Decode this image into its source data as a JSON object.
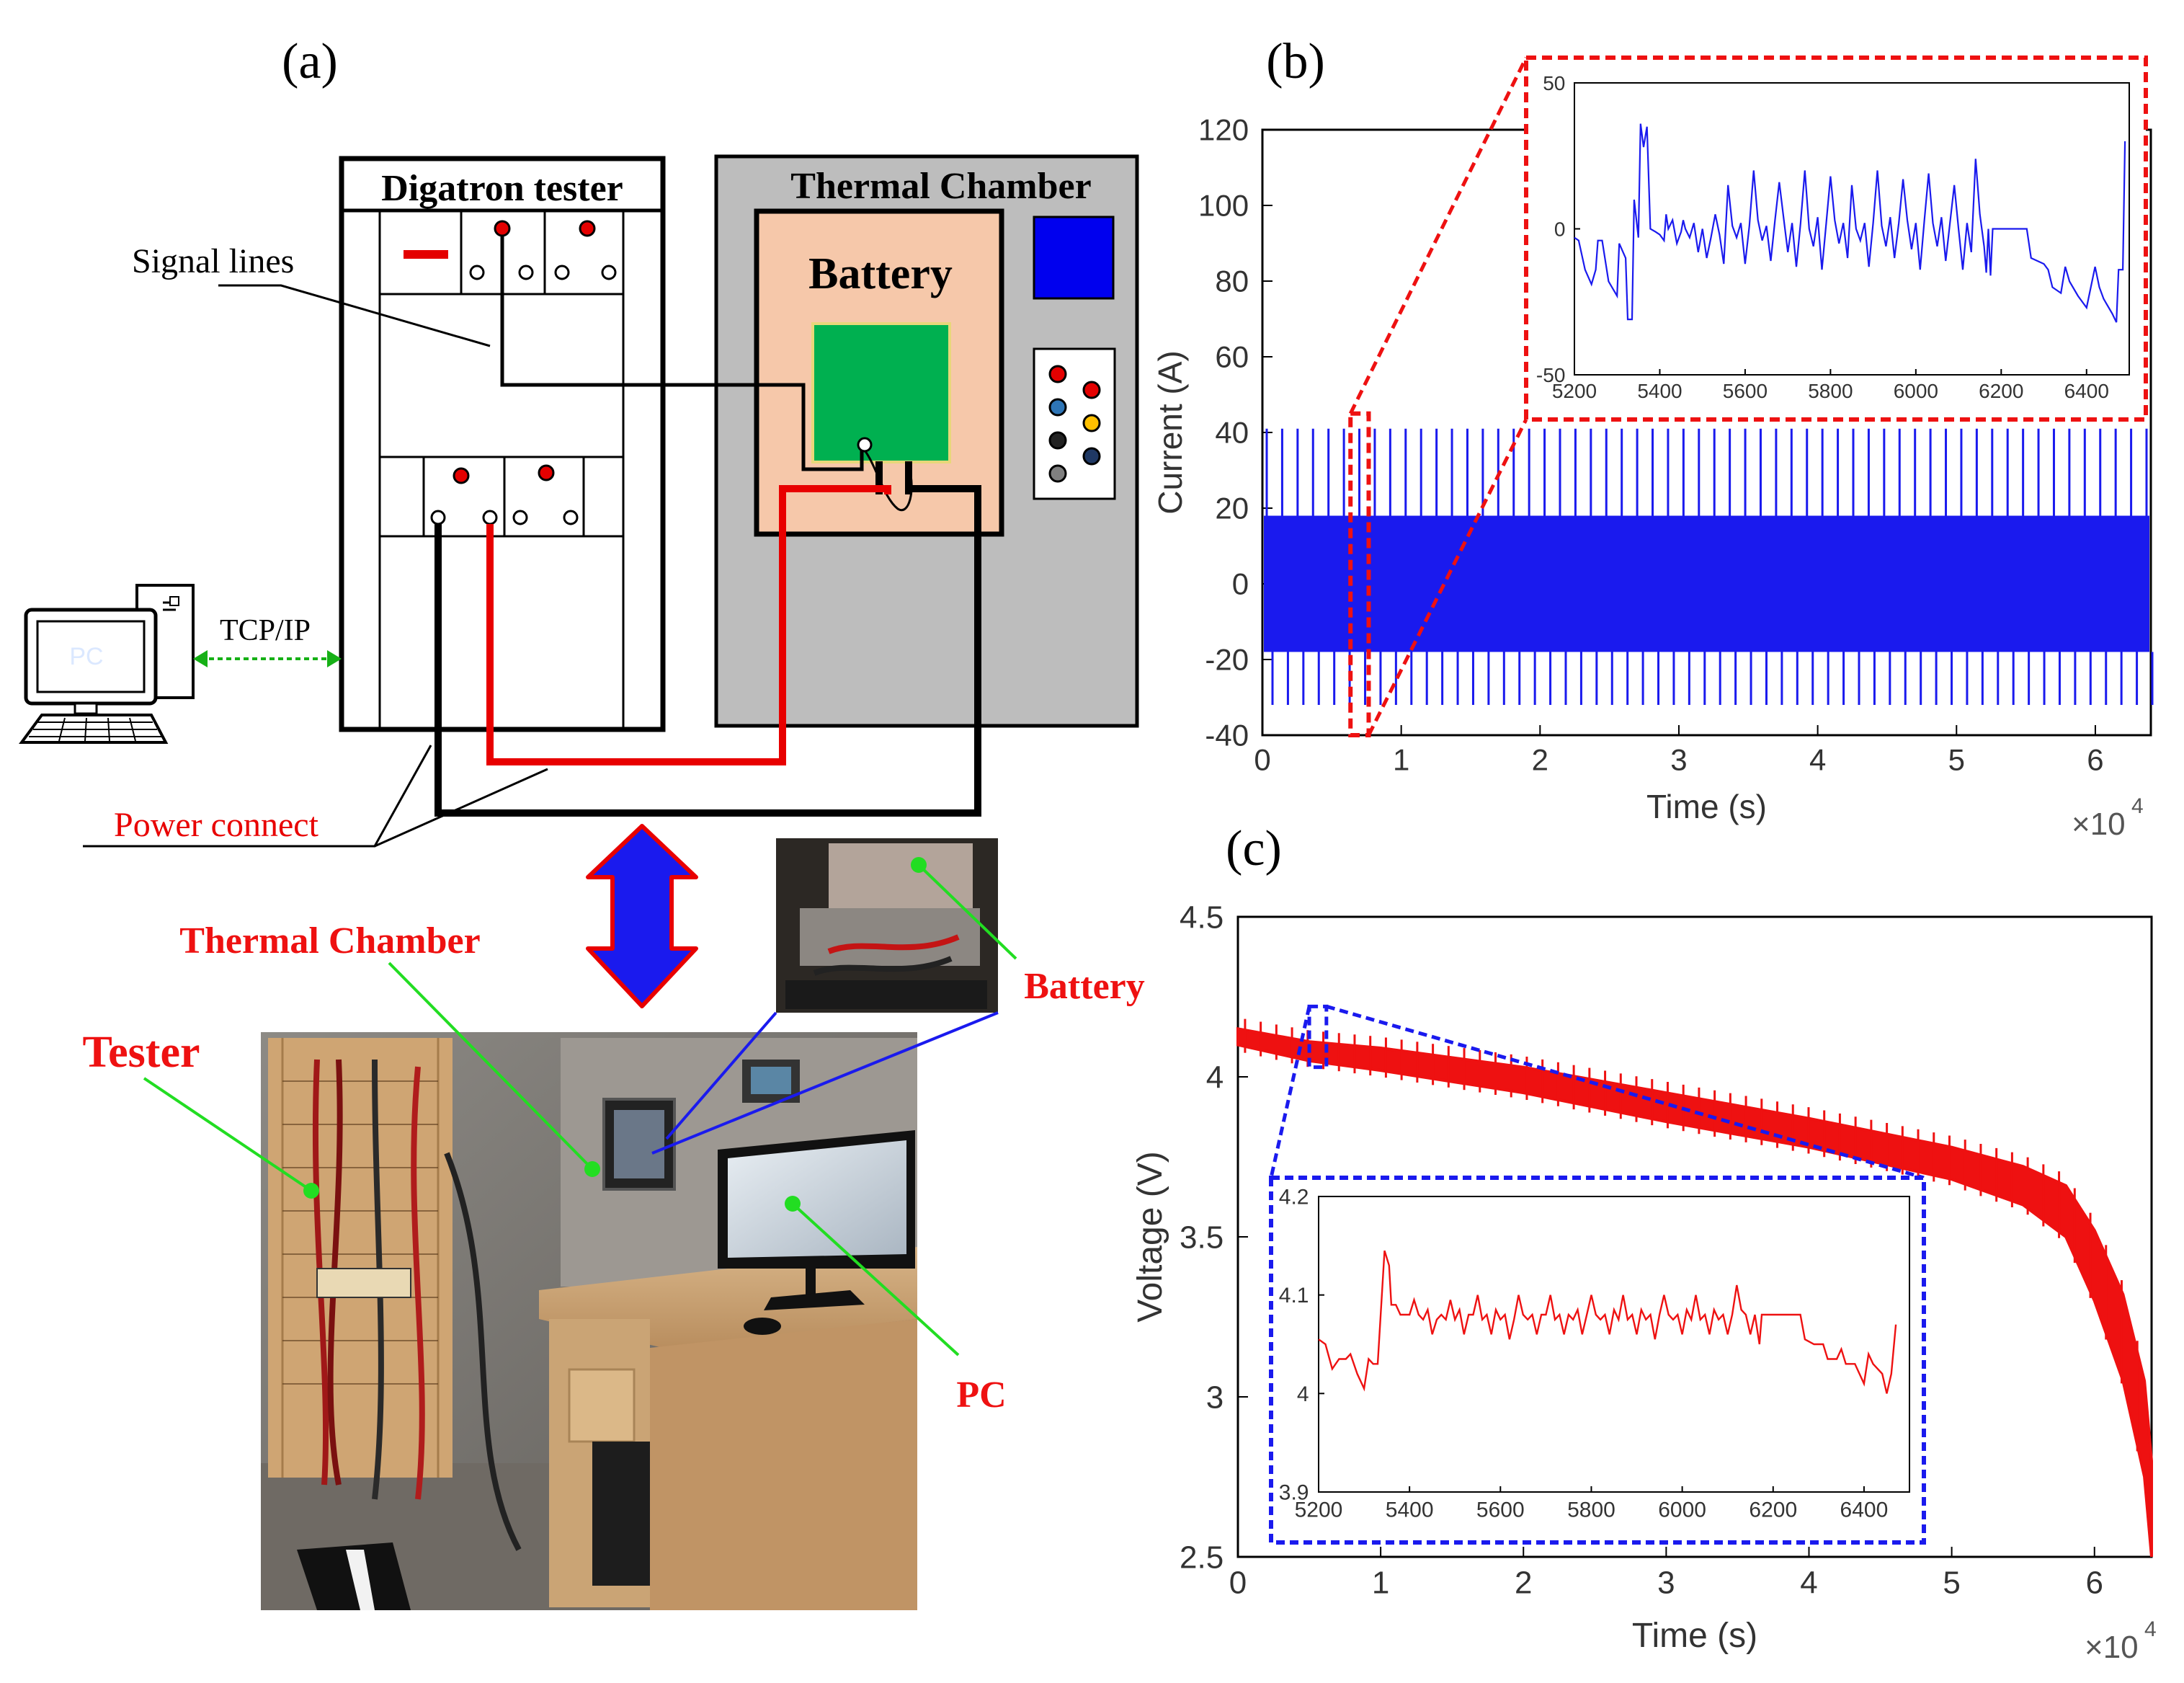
{
  "panels": {
    "a": "(a)",
    "b": "(b)",
    "c": "(c)"
  },
  "schematic": {
    "tester_title": "Digatron tester",
    "chamber_title": "Thermal Chamber",
    "battery_label": "Battery",
    "signal_lines": "Signal lines",
    "tcp_ip": "TCP/IP",
    "pc_screen": "PC",
    "power_connect": "Power connect"
  },
  "photo": {
    "thermal_chamber": "Thermal Chamber",
    "tester": "Tester",
    "battery": "Battery",
    "pc": "PC"
  },
  "colors": {
    "current_series": "#1a1aee",
    "voltage_series": "#ee1111",
    "zoom_b": "#ee1111",
    "zoom_c": "#1a1aee",
    "label_red": "#ee1111",
    "pointer_green": "#22dd22",
    "chamber_gray": "#bdbdbd",
    "battery_peach": "#f6c8aa",
    "cell_green": "#00b050"
  },
  "chart_data": [
    {
      "id": "b",
      "type": "line",
      "xlabel": "Time (s)",
      "ylabel": "Current (A)",
      "x_multiplier": "×10",
      "x_multiplier_exp": "4",
      "xlim": [
        0,
        6.4
      ],
      "ylim": [
        -40,
        120
      ],
      "xticks": [
        "0",
        "1",
        "2",
        "3",
        "4",
        "5",
        "6"
      ],
      "yticks": [
        "-40",
        "-20",
        "0",
        "20",
        "40",
        "60",
        "80",
        "100",
        "120"
      ],
      "description": "repeated current profile cycles",
      "cycle_count": 58,
      "band_range": [
        -18,
        18
      ],
      "pulse_range": [
        -32,
        41
      ],
      "zoom_x_range": [
        0.65,
        0.75
      ],
      "inset": {
        "xlim": [
          5200,
          6500
        ],
        "ylim": [
          -50,
          50
        ],
        "xticks": [
          "5200",
          "5400",
          "5600",
          "5800",
          "6000",
          "6200",
          "6400"
        ],
        "yticks": [
          "-50",
          "0",
          "50"
        ],
        "points": [
          [
            5200,
            -3
          ],
          [
            5210,
            -4
          ],
          [
            5225,
            -14
          ],
          [
            5240,
            -19
          ],
          [
            5250,
            -14
          ],
          [
            5255,
            -4
          ],
          [
            5265,
            -4
          ],
          [
            5280,
            -18
          ],
          [
            5300,
            -23
          ],
          [
            5305,
            -5
          ],
          [
            5320,
            -10
          ],
          [
            5325,
            -31
          ],
          [
            5335,
            -31
          ],
          [
            5340,
            10
          ],
          [
            5350,
            -3
          ],
          [
            5355,
            36
          ],
          [
            5362,
            28
          ],
          [
            5370,
            35
          ],
          [
            5378,
            0
          ],
          [
            5390,
            -1
          ],
          [
            5400,
            -2
          ],
          [
            5410,
            -4
          ],
          [
            5415,
            5
          ],
          [
            5420,
            0
          ],
          [
            5430,
            3
          ],
          [
            5440,
            -5
          ],
          [
            5450,
            -1
          ],
          [
            5455,
            3
          ],
          [
            5460,
            0
          ],
          [
            5470,
            -3
          ],
          [
            5480,
            2
          ],
          [
            5490,
            -8
          ],
          [
            5500,
            0
          ],
          [
            5510,
            -10
          ],
          [
            5520,
            -3
          ],
          [
            5530,
            5
          ],
          [
            5540,
            -2
          ],
          [
            5550,
            -12
          ],
          [
            5560,
            15
          ],
          [
            5570,
            1
          ],
          [
            5580,
            -3
          ],
          [
            5590,
            2
          ],
          [
            5600,
            -12
          ],
          [
            5610,
            1
          ],
          [
            5620,
            20
          ],
          [
            5630,
            3
          ],
          [
            5640,
            -4
          ],
          [
            5650,
            1
          ],
          [
            5660,
            -11
          ],
          [
            5670,
            3
          ],
          [
            5680,
            16
          ],
          [
            5690,
            4
          ],
          [
            5700,
            -8
          ],
          [
            5710,
            2
          ],
          [
            5720,
            -13
          ],
          [
            5730,
            2
          ],
          [
            5740,
            20
          ],
          [
            5750,
            0
          ],
          [
            5760,
            -6
          ],
          [
            5770,
            4
          ],
          [
            5780,
            -14
          ],
          [
            5790,
            2
          ],
          [
            5800,
            18
          ],
          [
            5810,
            3
          ],
          [
            5820,
            -5
          ],
          [
            5830,
            2
          ],
          [
            5840,
            -10
          ],
          [
            5850,
            15
          ],
          [
            5860,
            0
          ],
          [
            5870,
            -4
          ],
          [
            5880,
            2
          ],
          [
            5890,
            -13
          ],
          [
            5900,
            2
          ],
          [
            5910,
            20
          ],
          [
            5920,
            1
          ],
          [
            5930,
            -6
          ],
          [
            5940,
            4
          ],
          [
            5950,
            -10
          ],
          [
            5960,
            2
          ],
          [
            5970,
            17
          ],
          [
            5980,
            3
          ],
          [
            5990,
            -7
          ],
          [
            6000,
            2
          ],
          [
            6010,
            -14
          ],
          [
            6020,
            3
          ],
          [
            6030,
            19
          ],
          [
            6040,
            2
          ],
          [
            6050,
            -6
          ],
          [
            6060,
            4
          ],
          [
            6070,
            -11
          ],
          [
            6080,
            2
          ],
          [
            6090,
            15
          ],
          [
            6100,
            0
          ],
          [
            6110,
            -14
          ],
          [
            6120,
            2
          ],
          [
            6130,
            -8
          ],
          [
            6140,
            24
          ],
          [
            6150,
            5
          ],
          [
            6160,
            -6
          ],
          [
            6165,
            -15
          ],
          [
            6170,
            0
          ],
          [
            6175,
            -16
          ],
          [
            6180,
            0
          ],
          [
            6260,
            0
          ],
          [
            6270,
            -10
          ],
          [
            6300,
            -12
          ],
          [
            6310,
            -14
          ],
          [
            6320,
            -20
          ],
          [
            6340,
            -22
          ],
          [
            6350,
            -13
          ],
          [
            6360,
            -18
          ],
          [
            6380,
            -23
          ],
          [
            6400,
            -27
          ],
          [
            6420,
            -13
          ],
          [
            6430,
            -20
          ],
          [
            6440,
            -24
          ],
          [
            6460,
            -29
          ],
          [
            6470,
            -32
          ],
          [
            6475,
            -14
          ],
          [
            6485,
            -14
          ],
          [
            6490,
            30
          ]
        ]
      }
    },
    {
      "id": "c",
      "type": "line",
      "xlabel": "Time (s)",
      "ylabel": "Voltage (V)",
      "x_multiplier": "×10",
      "x_multiplier_exp": "4",
      "xlim": [
        0,
        6.4
      ],
      "ylim": [
        2.5,
        4.5
      ],
      "xticks": [
        "0",
        "1",
        "2",
        "3",
        "4",
        "5",
        "6"
      ],
      "yticks": [
        "2.5",
        "3",
        "3.5",
        "4",
        "4.5"
      ],
      "description": "voltage decreasing with pulses",
      "upper_envelope": [
        [
          0,
          4.15
        ],
        [
          0.5,
          4.11
        ],
        [
          1,
          4.09
        ],
        [
          2,
          4.03
        ],
        [
          3,
          3.95
        ],
        [
          4,
          3.87
        ],
        [
          5,
          3.78
        ],
        [
          5.5,
          3.72
        ],
        [
          5.8,
          3.66
        ],
        [
          6.0,
          3.52
        ],
        [
          6.2,
          3.32
        ],
        [
          6.35,
          3.05
        ],
        [
          6.4,
          2.8
        ]
      ],
      "lower_envelope": [
        [
          0,
          4.1
        ],
        [
          0.5,
          4.05
        ],
        [
          1,
          4.02
        ],
        [
          2,
          3.95
        ],
        [
          3,
          3.86
        ],
        [
          4,
          3.78
        ],
        [
          5,
          3.68
        ],
        [
          5.5,
          3.6
        ],
        [
          5.8,
          3.5
        ],
        [
          6.0,
          3.3
        ],
        [
          6.2,
          3.05
        ],
        [
          6.35,
          2.75
        ],
        [
          6.4,
          2.5
        ]
      ],
      "cycle_count": 58,
      "zoom_x_range": [
        0.5,
        0.62
      ],
      "inset": {
        "xlim": [
          5200,
          6500
        ],
        "ylim": [
          3.9,
          4.2
        ],
        "xticks": [
          "5200",
          "5400",
          "5600",
          "5800",
          "6000",
          "6200",
          "6400"
        ],
        "yticks": [
          "3.9",
          "4",
          "4.1",
          "4.2"
        ],
        "points": [
          [
            5200,
            4.055
          ],
          [
            5215,
            4.05
          ],
          [
            5230,
            4.025
          ],
          [
            5245,
            4.035
          ],
          [
            5260,
            4.035
          ],
          [
            5270,
            4.04
          ],
          [
            5285,
            4.02
          ],
          [
            5300,
            4.005
          ],
          [
            5310,
            4.035
          ],
          [
            5320,
            4.03
          ],
          [
            5330,
            4.03
          ],
          [
            5345,
            4.145
          ],
          [
            5355,
            4.13
          ],
          [
            5360,
            4.09
          ],
          [
            5370,
            4.09
          ],
          [
            5380,
            4.08
          ],
          [
            5400,
            4.08
          ],
          [
            5410,
            4.095
          ],
          [
            5420,
            4.08
          ],
          [
            5430,
            4.075
          ],
          [
            5440,
            4.085
          ],
          [
            5450,
            4.06
          ],
          [
            5460,
            4.075
          ],
          [
            5470,
            4.08
          ],
          [
            5480,
            4.075
          ],
          [
            5490,
            4.095
          ],
          [
            5500,
            4.075
          ],
          [
            5510,
            4.085
          ],
          [
            5520,
            4.06
          ],
          [
            5530,
            4.08
          ],
          [
            5540,
            4.08
          ],
          [
            5550,
            4.1
          ],
          [
            5560,
            4.075
          ],
          [
            5570,
            4.08
          ],
          [
            5580,
            4.06
          ],
          [
            5590,
            4.085
          ],
          [
            5600,
            4.075
          ],
          [
            5610,
            4.08
          ],
          [
            5620,
            4.055
          ],
          [
            5630,
            4.075
          ],
          [
            5640,
            4.1
          ],
          [
            5650,
            4.08
          ],
          [
            5660,
            4.075
          ],
          [
            5670,
            4.08
          ],
          [
            5680,
            4.06
          ],
          [
            5690,
            4.08
          ],
          [
            5700,
            4.08
          ],
          [
            5710,
            4.1
          ],
          [
            5720,
            4.075
          ],
          [
            5730,
            4.08
          ],
          [
            5740,
            4.06
          ],
          [
            5750,
            4.08
          ],
          [
            5760,
            4.075
          ],
          [
            5770,
            4.085
          ],
          [
            5780,
            4.06
          ],
          [
            5790,
            4.08
          ],
          [
            5800,
            4.1
          ],
          [
            5810,
            4.08
          ],
          [
            5820,
            4.075
          ],
          [
            5830,
            4.08
          ],
          [
            5840,
            4.06
          ],
          [
            5850,
            4.085
          ],
          [
            5860,
            4.075
          ],
          [
            5870,
            4.1
          ],
          [
            5880,
            4.075
          ],
          [
            5890,
            4.08
          ],
          [
            5900,
            4.06
          ],
          [
            5910,
            4.085
          ],
          [
            5920,
            4.075
          ],
          [
            5930,
            4.08
          ],
          [
            5940,
            4.055
          ],
          [
            5950,
            4.08
          ],
          [
            5960,
            4.1
          ],
          [
            5970,
            4.08
          ],
          [
            5980,
            4.075
          ],
          [
            5990,
            4.08
          ],
          [
            6000,
            4.06
          ],
          [
            6010,
            4.085
          ],
          [
            6020,
            4.075
          ],
          [
            6030,
            4.1
          ],
          [
            6040,
            4.075
          ],
          [
            6050,
            4.08
          ],
          [
            6060,
            4.06
          ],
          [
            6070,
            4.085
          ],
          [
            6080,
            4.075
          ],
          [
            6090,
            4.08
          ],
          [
            6100,
            4.06
          ],
          [
            6110,
            4.08
          ],
          [
            6120,
            4.11
          ],
          [
            6130,
            4.085
          ],
          [
            6140,
            4.08
          ],
          [
            6150,
            4.06
          ],
          [
            6160,
            4.08
          ],
          [
            6170,
            4.05
          ],
          [
            6175,
            4.08
          ],
          [
            6260,
            4.08
          ],
          [
            6270,
            4.055
          ],
          [
            6290,
            4.05
          ],
          [
            6310,
            4.05
          ],
          [
            6320,
            4.035
          ],
          [
            6340,
            4.035
          ],
          [
            6350,
            4.045
          ],
          [
            6360,
            4.03
          ],
          [
            6380,
            4.03
          ],
          [
            6400,
            4.01
          ],
          [
            6410,
            4.04
          ],
          [
            6420,
            4.03
          ],
          [
            6440,
            4.02
          ],
          [
            6450,
            4.0
          ],
          [
            6460,
            4.02
          ],
          [
            6470,
            4.07
          ]
        ]
      }
    }
  ]
}
